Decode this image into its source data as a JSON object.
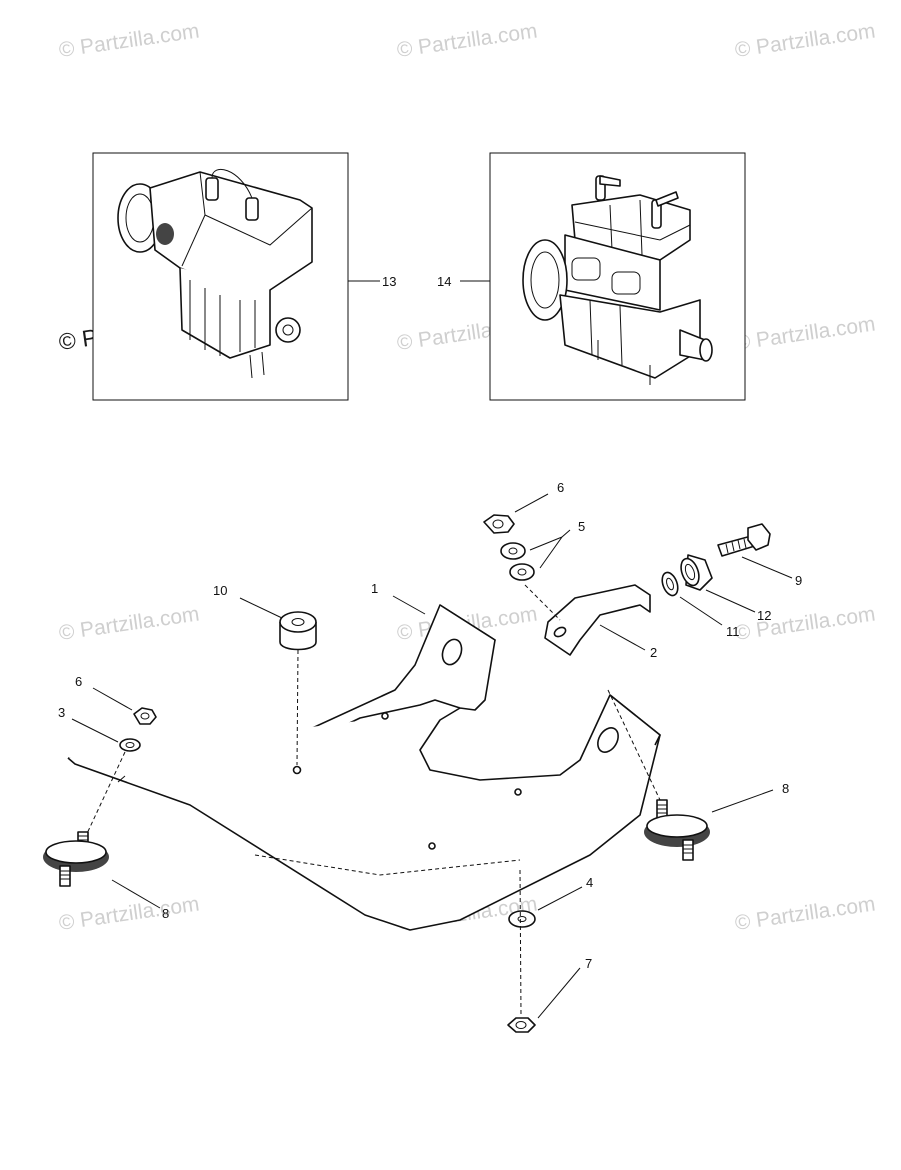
{
  "watermark": {
    "text": "© Partzilla.com",
    "color": "#cfcfcf"
  },
  "callouts": {
    "c1": "1",
    "c2": "2",
    "c3": "3",
    "c4": "4",
    "c5": "5",
    "c6a": "6",
    "c6b": "6",
    "c7": "7",
    "c8a": "8",
    "c8b": "8",
    "c9": "9",
    "c10": "10",
    "c11": "11",
    "c12": "12",
    "c13": "13",
    "c14": "14"
  }
}
